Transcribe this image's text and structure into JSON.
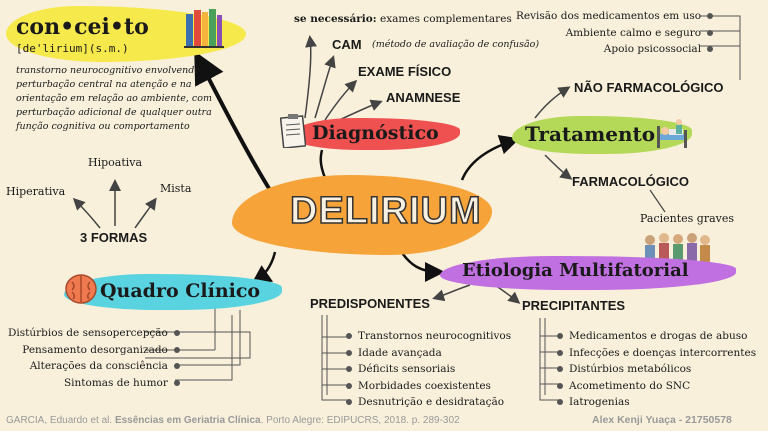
{
  "concept": {
    "word": "con•cei•to",
    "phonetic": "[de'lirium](s.m.)",
    "definition": "transtorno neurocognitivo envolvendo perturbação central na atenção e na orientação em relação ao ambiente, com perturbação adicional de qualquer outra função cognitiva ou comportamento"
  },
  "center": "DELIRIUM",
  "diagnostico": {
    "title": "Diagnóstico",
    "items": [
      "ANAMNESE",
      "EXAME FÍSICO",
      "CAM",
      "(método de avaliação de confusão)"
    ],
    "complementares_label": "se necessário:",
    "complementares_text": "exames complementares"
  },
  "tratamento": {
    "title": "Tratamento",
    "nao_farmacologico": "NÃO FARMACOLÓGICO",
    "nao_farm_items": [
      "Revisão dos medicamentos em uso",
      "Ambiente calmo e seguro",
      "Apoio psicossocial"
    ],
    "farmacologico": "FARMACOLÓGICO",
    "farm_note": "Pacientes graves"
  },
  "quadro": {
    "title": "Quadro Clínico",
    "formas_label": "3 FORMAS",
    "formas": [
      "Hipoativa",
      "Hiperativa",
      "Mista"
    ],
    "items": [
      "Distúrbios de sensopercepção",
      "Pensamento desorganizado",
      "Alterações da consciência",
      "Sintomas de humor"
    ]
  },
  "etiologia": {
    "title": "Etiologia Multifatorial",
    "predisponentes": "PREDISPONENTES",
    "pred_items": [
      "Transtornos neurocognitivos",
      "Idade avançada",
      "Déficits sensoriais",
      "Morbidades coexistentes",
      "Desnutrição e desidratação"
    ],
    "precipitantes": "PRECIPITANTES",
    "prec_items": [
      "Medicamentos e drogas de abuso",
      "Infecções e doenças intercorrentes",
      "Distúrbios metabólicos",
      "Acometimento do SNC",
      "Iatrogenias"
    ]
  },
  "footer": {
    "ref_pre": "GARCIA, Eduardo et al.",
    "ref_bold": "Essências em Geriatria Clínica",
    "ref_post": ". Porto Alegre: EDIPUCRS, 2018. p. 289-302",
    "author": "Alex Kenji Yuaça - 21750578"
  },
  "colors": {
    "yellow": "#f5e94b",
    "orange": "#f6a43a",
    "red": "#ef5050",
    "green": "#b4d958",
    "purple": "#c070e0",
    "cyan": "#5ad3e0"
  },
  "icons": [
    "books-icon",
    "clipboard-icon",
    "hospital-bed-icon",
    "people-icon",
    "brain-icon"
  ]
}
